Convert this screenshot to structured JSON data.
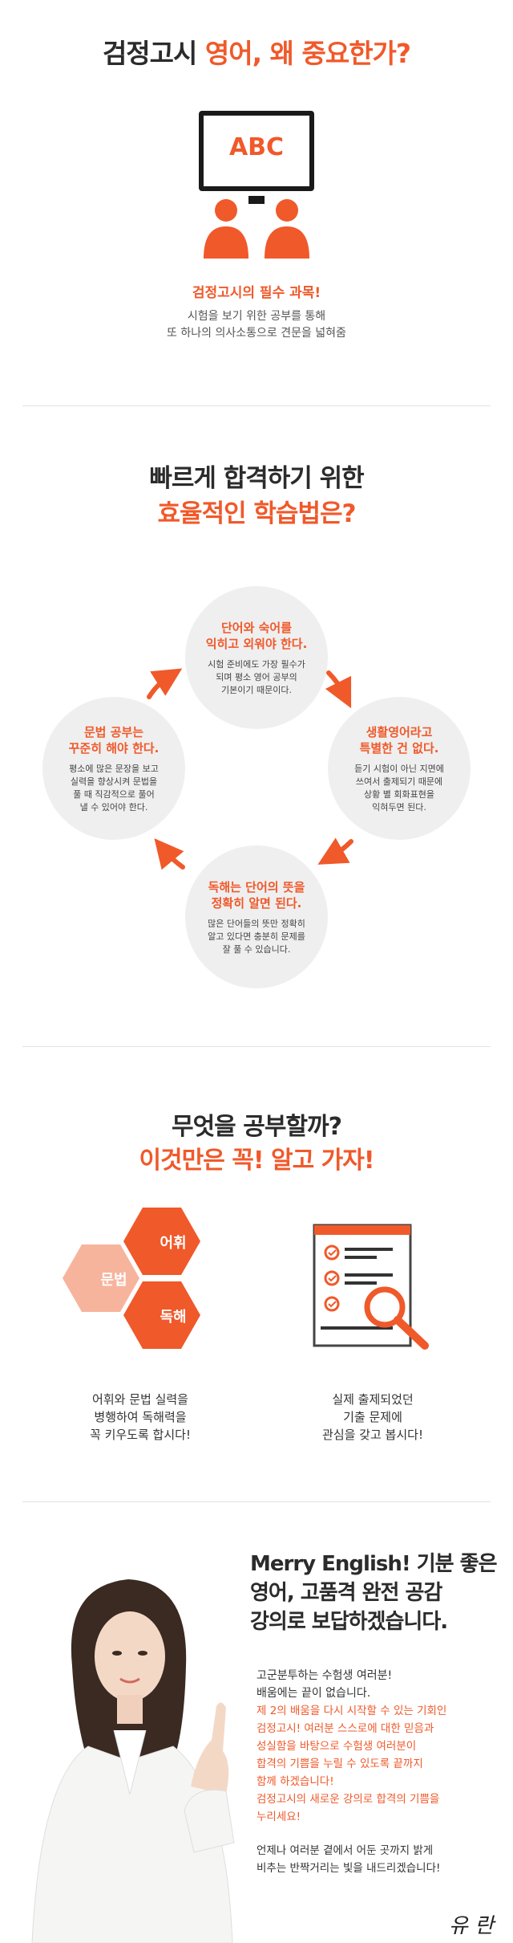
{
  "section1": {
    "title_plain": "검정고시 ",
    "title_accent": "영어, 왜 중요한가?",
    "board_text": "ABC",
    "subtitle": "검정고시의 필수 과목!",
    "desc_line1": "시험을 보기 위한 공부를 통해",
    "desc_line2": "또 하나의 의사소통으로 견문을 넓혀줌"
  },
  "section2": {
    "title_line1": "빠르게 합격하기 위한",
    "title_line2": "효율적인 학습법은?",
    "cycle": [
      {
        "title1": "단어와 숙어를",
        "title2": "익히고 외워야 한다.",
        "desc": [
          "시험 준비에도 가장 필수가",
          "되며 평소 영어 공부의",
          "기본이기 때문이다."
        ]
      },
      {
        "title1": "생활영어라고",
        "title2": "특별한 건 없다.",
        "desc": [
          "듣기 시험이 아닌 지면에",
          "쓰여서 출제되기 때문에",
          "상황 별 회화표현을",
          "익혀두면 된다."
        ]
      },
      {
        "title1": "독해는 단어의 뜻을",
        "title2": "정확히 알면 된다.",
        "desc": [
          "많은 단어들의 뜻만 정확히",
          "알고 있다면 충분히 문제를",
          "잘 풀 수 있습니다."
        ]
      },
      {
        "title1": "문법 공부는",
        "title2": "꾸준히 해야 한다.",
        "desc": [
          "평소에 많은 문장을 보고",
          "실력을 향상시켜 문법을",
          "풀 때 직감적으로 풀어",
          "낼 수 있어야 한다."
        ]
      }
    ]
  },
  "section3": {
    "title_line1": "무엇을 공부할까?",
    "title_line2": "이것만은 꼭! 알고 가자!",
    "hex_vocab": "어휘",
    "hex_grammar": "문법",
    "hex_reading": "독해",
    "left_caption": [
      "어휘와 문법 실력을",
      "병행하여 독해력을",
      "꼭 키우도록 합시다!"
    ],
    "right_caption": [
      "실제 출제되었던",
      "기출 문제에",
      "관심을 갖고 봅시다!"
    ]
  },
  "section4": {
    "headline": [
      "Merry English! 기분 좋은",
      "영어, 고품격 완전 공감",
      "강의로 보답하겠습니다."
    ],
    "intro": [
      "고군분투하는 수험생 여러분!",
      "배움에는 끝이 없습니다."
    ],
    "highlight": [
      "제 2의 배움을 다시 시작할 수 있는 기회인",
      "검정고시! 여러분 스스로에 대한 믿음과",
      "성실함을 바탕으로 수험생 여러분이",
      "합격의 기쁨을 누릴 수 있도록 끝까지",
      "함께 하겠습니다!",
      "검정고시의 새로운 강의로 합격의 기쁨을",
      "누리세요!"
    ],
    "closing": [
      "언제나 여러분 곁에서 어둔 곳까지 밝게",
      "비추는 반짝거리는 빛을 내드리겠습니다!"
    ],
    "signature": "유 란"
  },
  "colors": {
    "accent": "#f0592a",
    "hex_light": "#f7b49c",
    "circle_bg": "#efefef"
  }
}
